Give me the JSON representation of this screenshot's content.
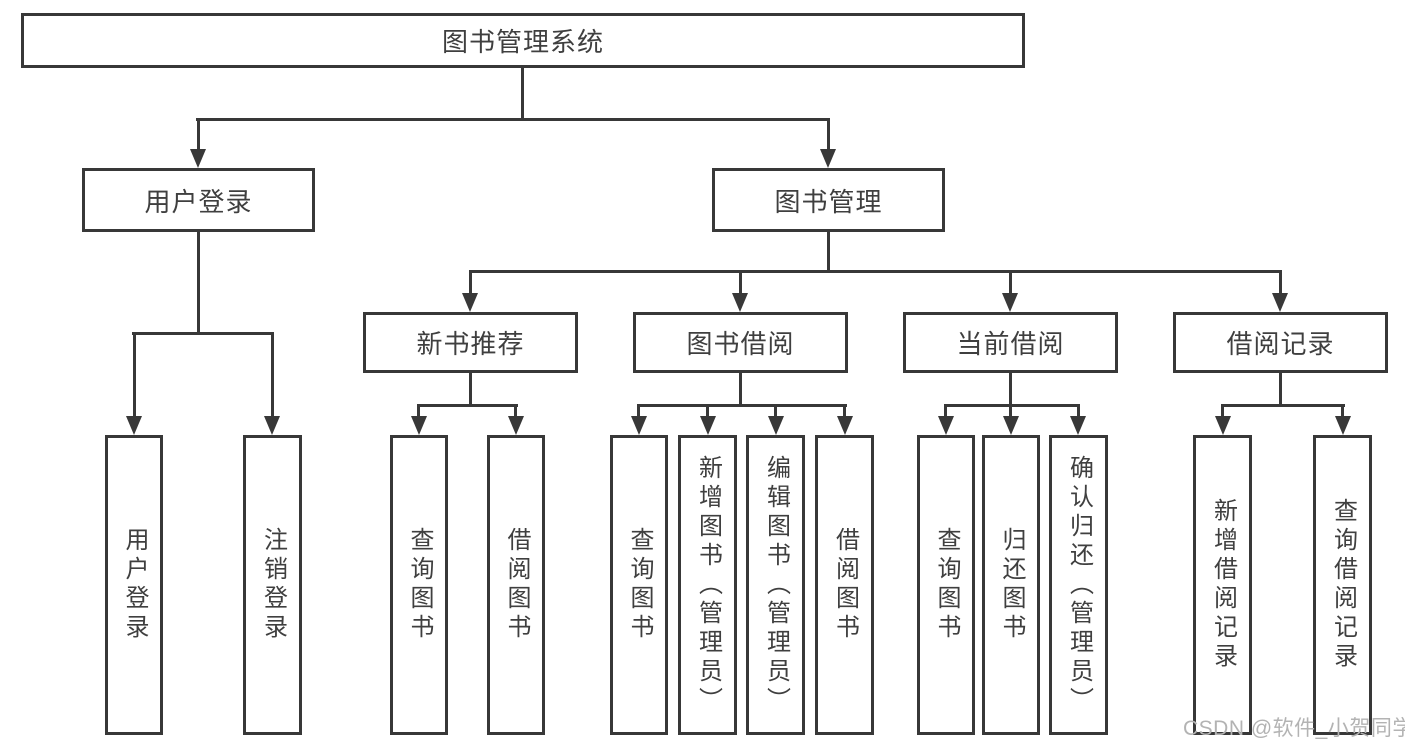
{
  "diagram": {
    "title": "图书管理系统",
    "tree": {
      "root": {
        "label": "图书管理系统"
      },
      "branches": [
        {
          "label": "用户登录",
          "children": [
            {
              "label": "用户登录"
            },
            {
              "label": "注销登录"
            }
          ]
        },
        {
          "label": "图书管理",
          "sections": [
            {
              "label": "新书推荐",
              "children": [
                {
                  "label": "查询图书"
                },
                {
                  "label": "借阅图书"
                }
              ]
            },
            {
              "label": "图书借阅",
              "children": [
                {
                  "label": "查询图书"
                },
                {
                  "label": "新增图书（管理员）"
                },
                {
                  "label": "编辑图书（管理员）"
                },
                {
                  "label": "借阅图书"
                }
              ]
            },
            {
              "label": "当前借阅",
              "children": [
                {
                  "label": "查询图书"
                },
                {
                  "label": "归还图书"
                },
                {
                  "label": "确认归还（管理员）"
                }
              ]
            },
            {
              "label": "借阅记录",
              "children": [
                {
                  "label": "新增借阅记录"
                },
                {
                  "label": "查询借阅记录"
                }
              ]
            }
          ]
        }
      ]
    },
    "colors": {
      "line": "#383838",
      "text": "#3f3f3f",
      "box_background": "#ffffff",
      "watermark": "#b3b3b3"
    }
  },
  "watermark": {
    "text": "CSDN @软件_小贺同学"
  }
}
